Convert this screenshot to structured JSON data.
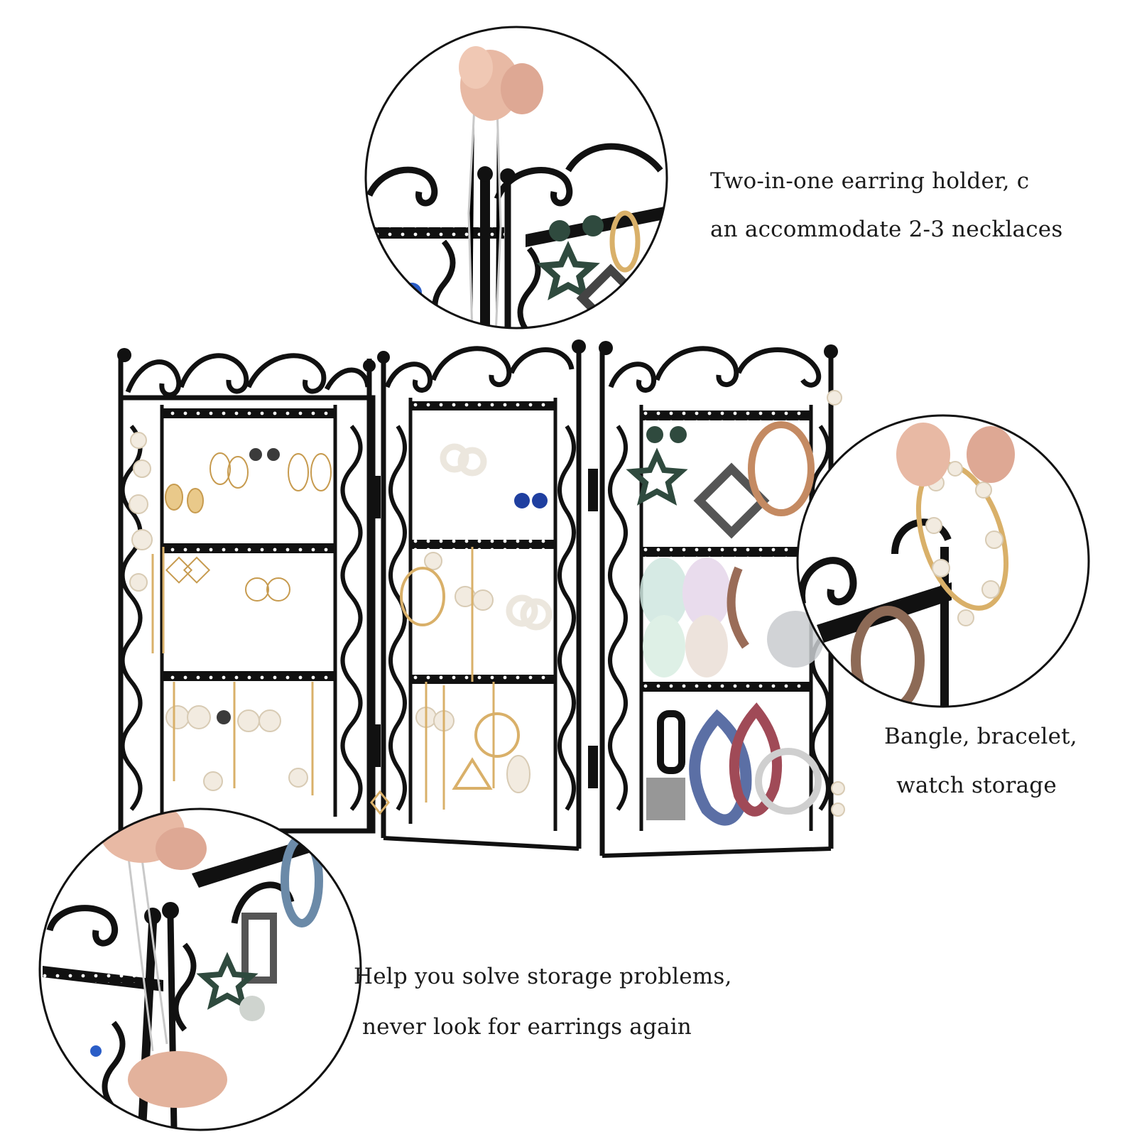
{
  "captions": {
    "necklace": [
      "Two-in-one earring holder, c",
      "an accommodate 2-3 necklaces"
    ],
    "bracelet": [
      "Bangle, bracelet,",
      "watch storage"
    ],
    "storage": [
      "Help you solve storage problems,",
      "never look for earrings again"
    ]
  },
  "colors": {
    "frame": "#111111",
    "background": "#ffffff",
    "gold": "#d9b069",
    "pearl": "#f2ebe0",
    "skin": "#e8b9a4"
  },
  "icons": {
    "product": "folding-three-panel-jewelry-screen",
    "insets": [
      "necklace-closeup-photo",
      "bracelet-closeup-photo",
      "hand-detail-closeup-photo"
    ]
  }
}
